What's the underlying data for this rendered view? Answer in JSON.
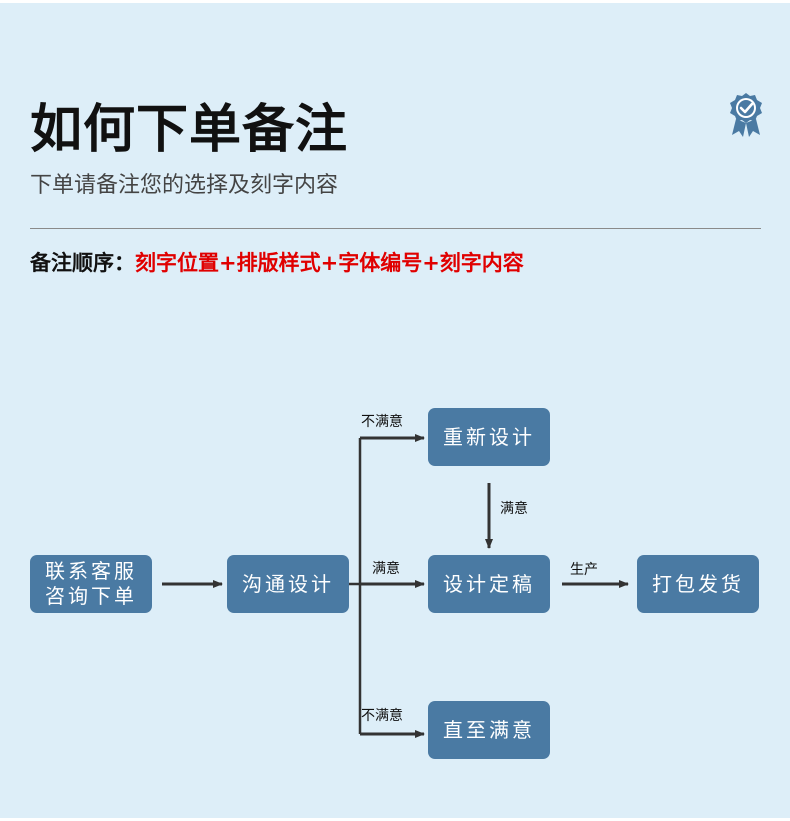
{
  "header": {
    "title": "如何下单备注",
    "subtitle": "下单请备注您的选择及刻字内容",
    "badge_icon": "award-ribbon-check-icon",
    "badge_color": "#4a7aa3"
  },
  "note": {
    "label": "备注顺序：",
    "content": "刻字位置+排版样式+字体编号+刻字内容",
    "content_color": "#e00000"
  },
  "flow": {
    "box_color": "#4a7aa3",
    "nodes": {
      "contact": "联系客服\n咨询下单",
      "design": "沟通设计",
      "redesign": "重新设计",
      "final": "设计定稿",
      "ship": "打包发货",
      "fail": "直至满意"
    },
    "edge_labels": {
      "top": "不满意",
      "middle": "满意",
      "bottom": "不满意",
      "vertical": "满意",
      "produce": "生产"
    }
  }
}
